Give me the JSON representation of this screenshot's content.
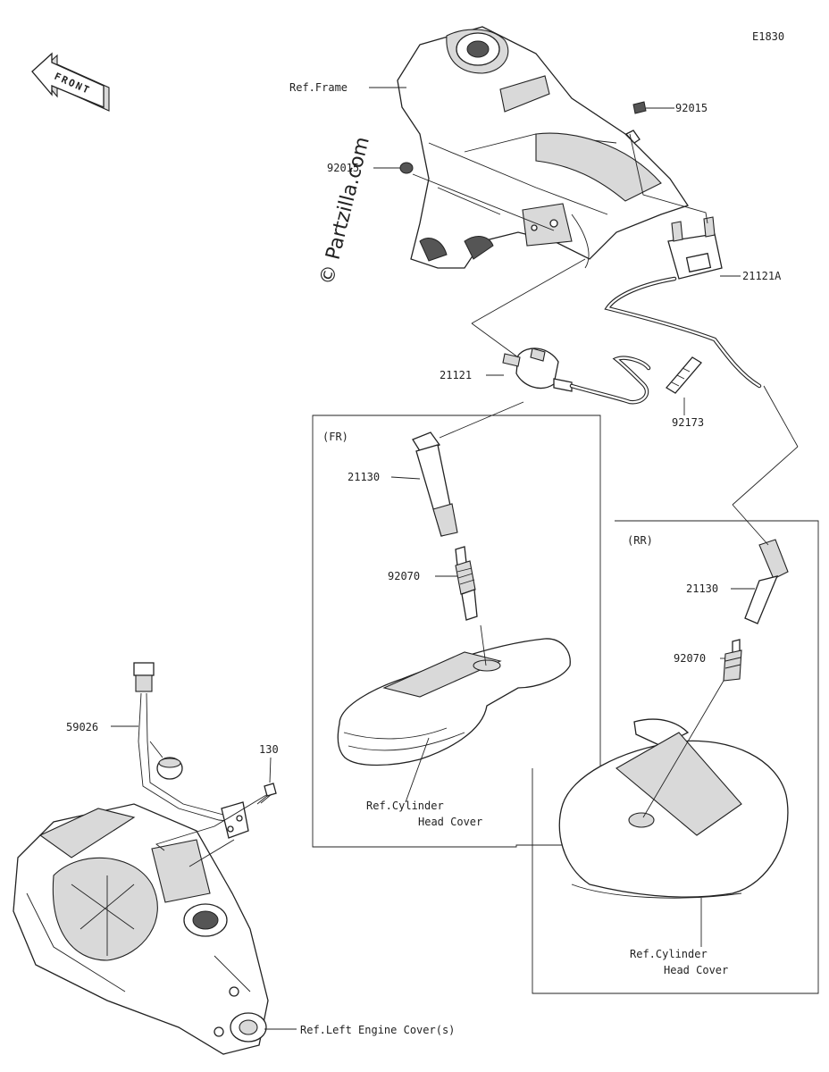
{
  "diagram_code": "E1830",
  "front_label": "FRONT",
  "watermark": "© Partzilla.com",
  "boxes": {
    "front": "(FR)",
    "rear": "(RR)"
  },
  "callouts": {
    "ref_frame": "Ref.Frame",
    "clip_a": "92015",
    "clip_b": "92015",
    "coil_rear": "21121A",
    "coil_front": "21121",
    "clamp": "92173",
    "stick_coil_fr": "21130",
    "spark_plug_fr": "92070",
    "cyl_cover_fr_line1": "Ref.Cylinder",
    "cyl_cover_fr_line2": "Head Cover",
    "stick_coil_rr": "21130",
    "spark_plug_rr": "92070",
    "cyl_cover_rr_line1": "Ref.Cylinder",
    "cyl_cover_rr_line2": "Head Cover",
    "sensor_harness": "59026",
    "bolt": "130",
    "ref_engine_cover": "Ref.Left Engine Cover(s)"
  }
}
